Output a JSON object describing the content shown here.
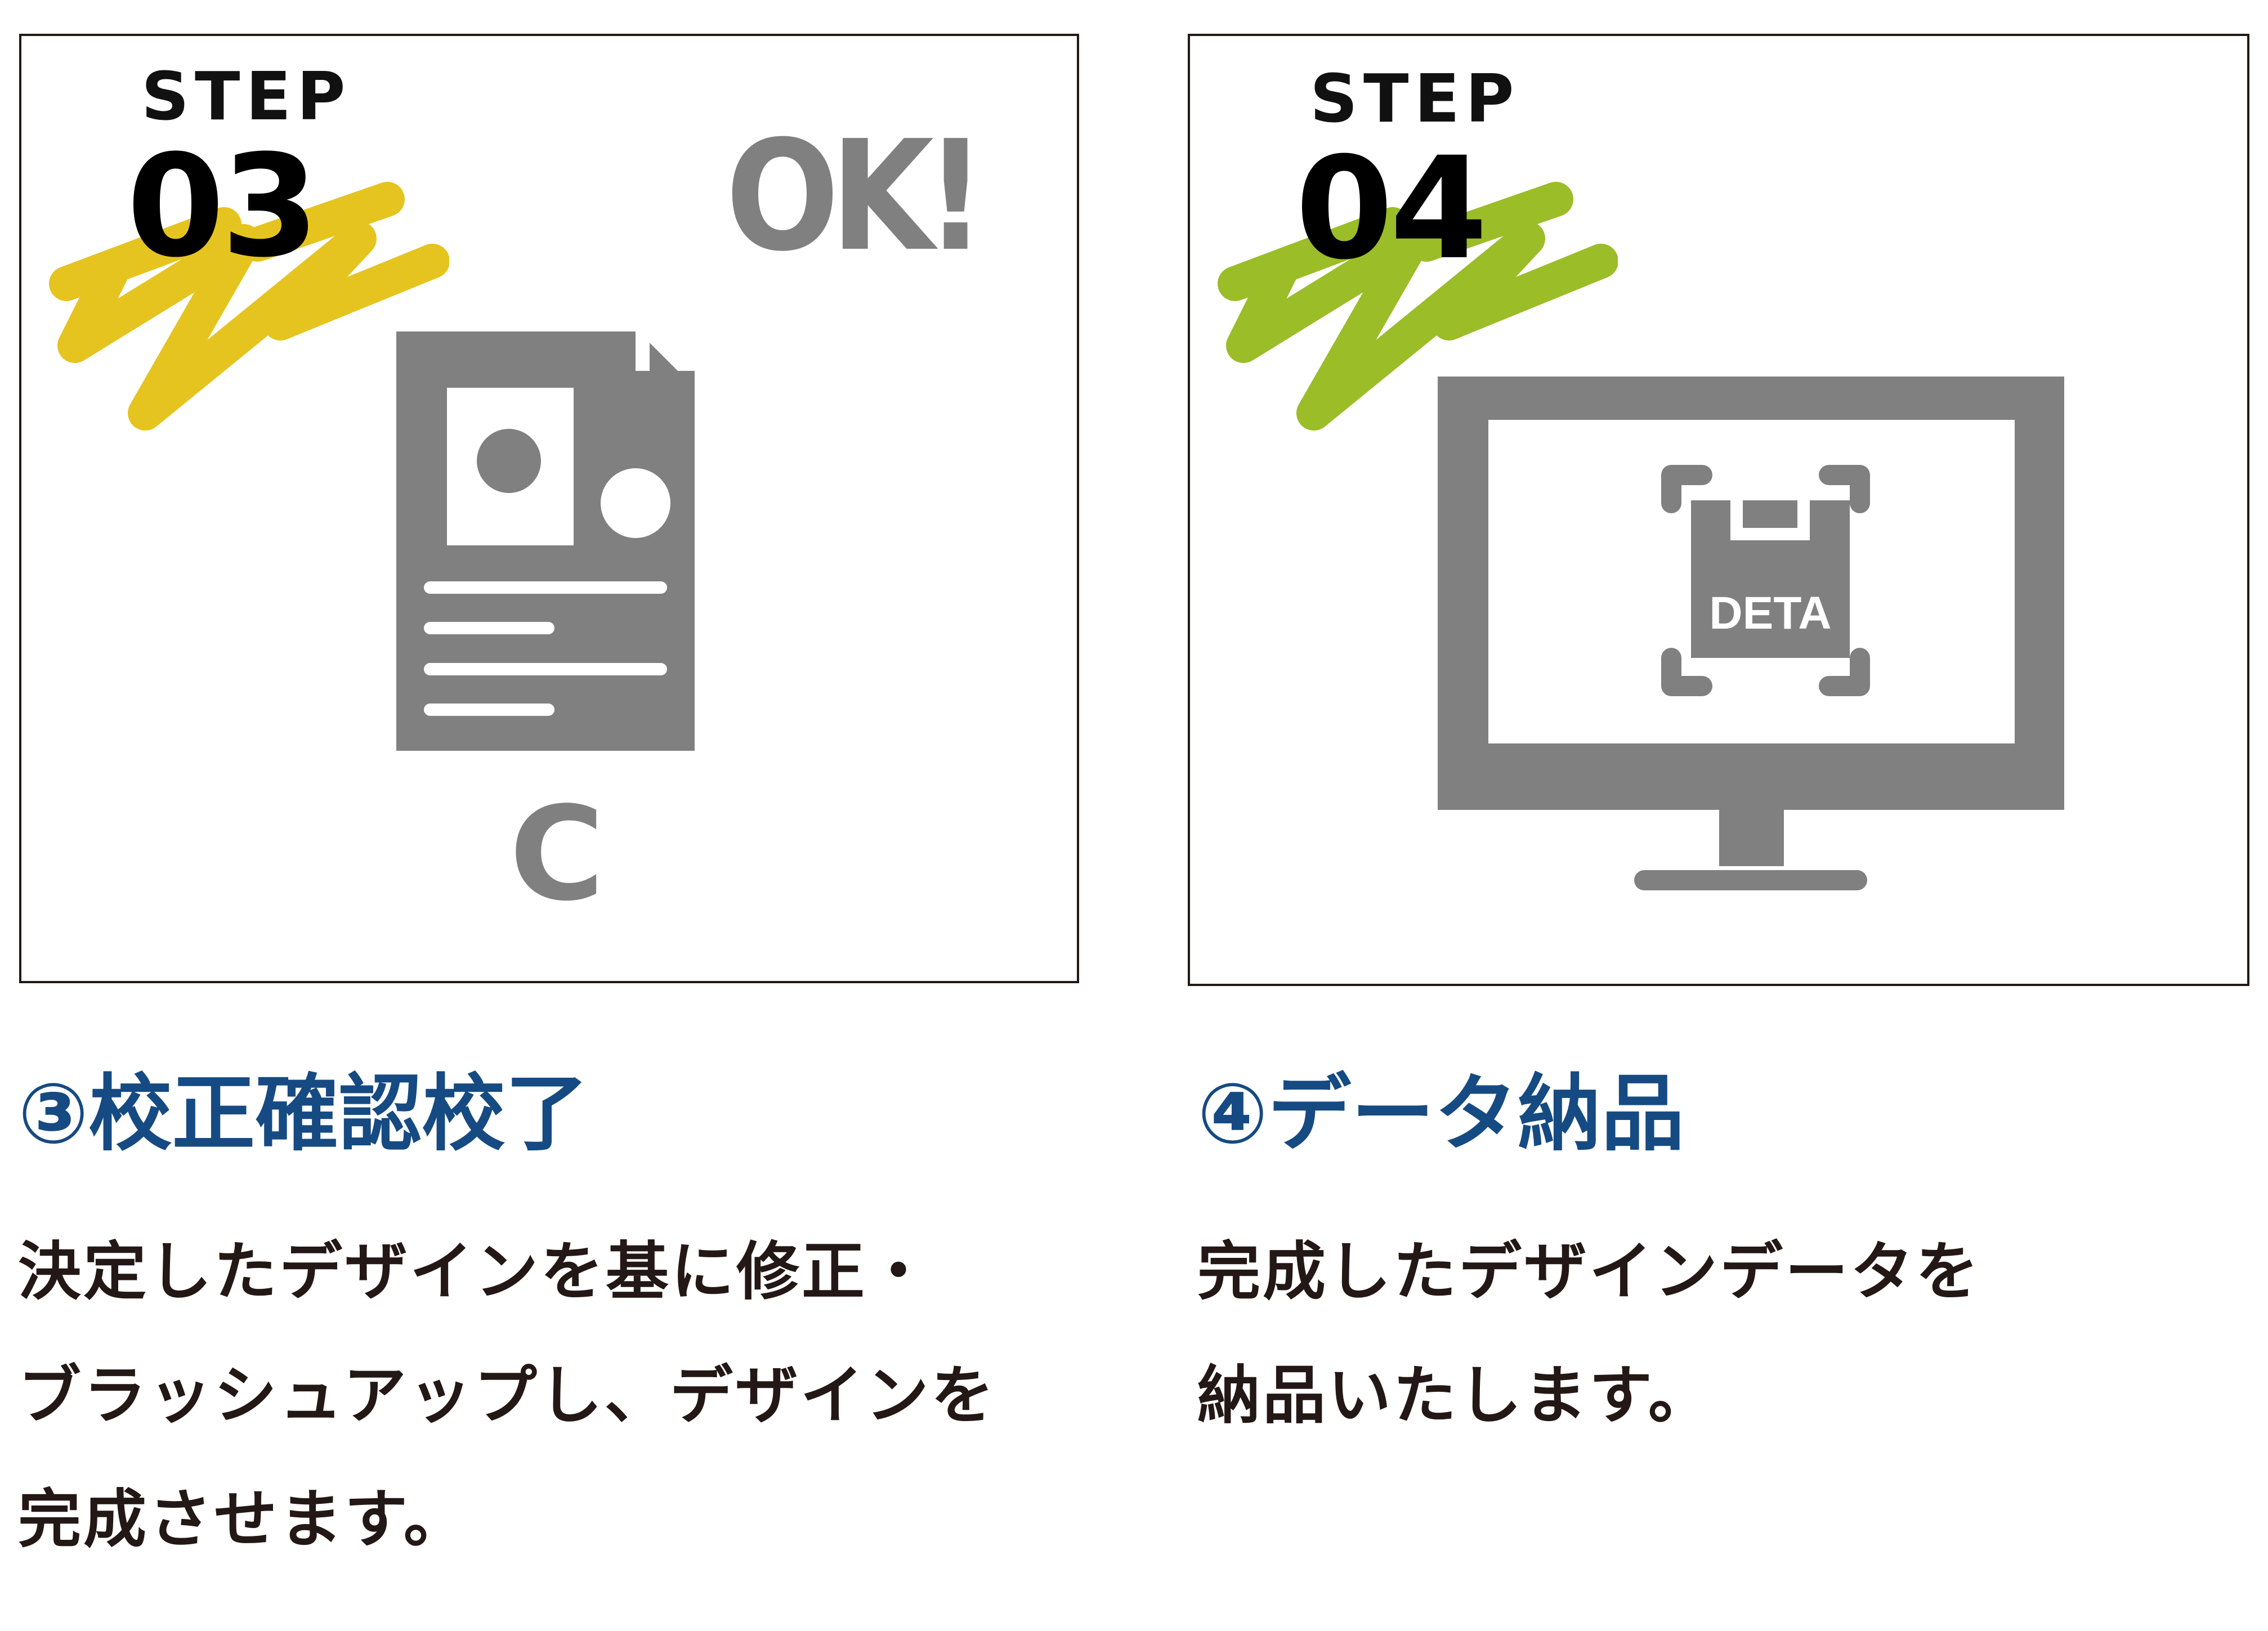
{
  "steps": [
    {
      "step_label": "STEP",
      "step_number": "03",
      "scribble_color": "#e5c41f",
      "ok_text": "OK!",
      "c_mark": "C",
      "icon": "document-icon",
      "title": "③校正確認校了",
      "description_lines": [
        "決定したデザインを基に修正・",
        "ブラッシュアップし、デザインを",
        "完成させます。"
      ]
    },
    {
      "step_label": "STEP",
      "step_number": "04",
      "scribble_color": "#9bbd28",
      "icon": "monitor-icon",
      "box_label": "DETA",
      "title": "④データ納品",
      "description_lines": [
        "完成したデザインデータを",
        "納品いたします。"
      ]
    }
  ],
  "colors": {
    "icon_gray": "#808080",
    "title_blue": "#164a82",
    "text_dark": "#231815"
  }
}
